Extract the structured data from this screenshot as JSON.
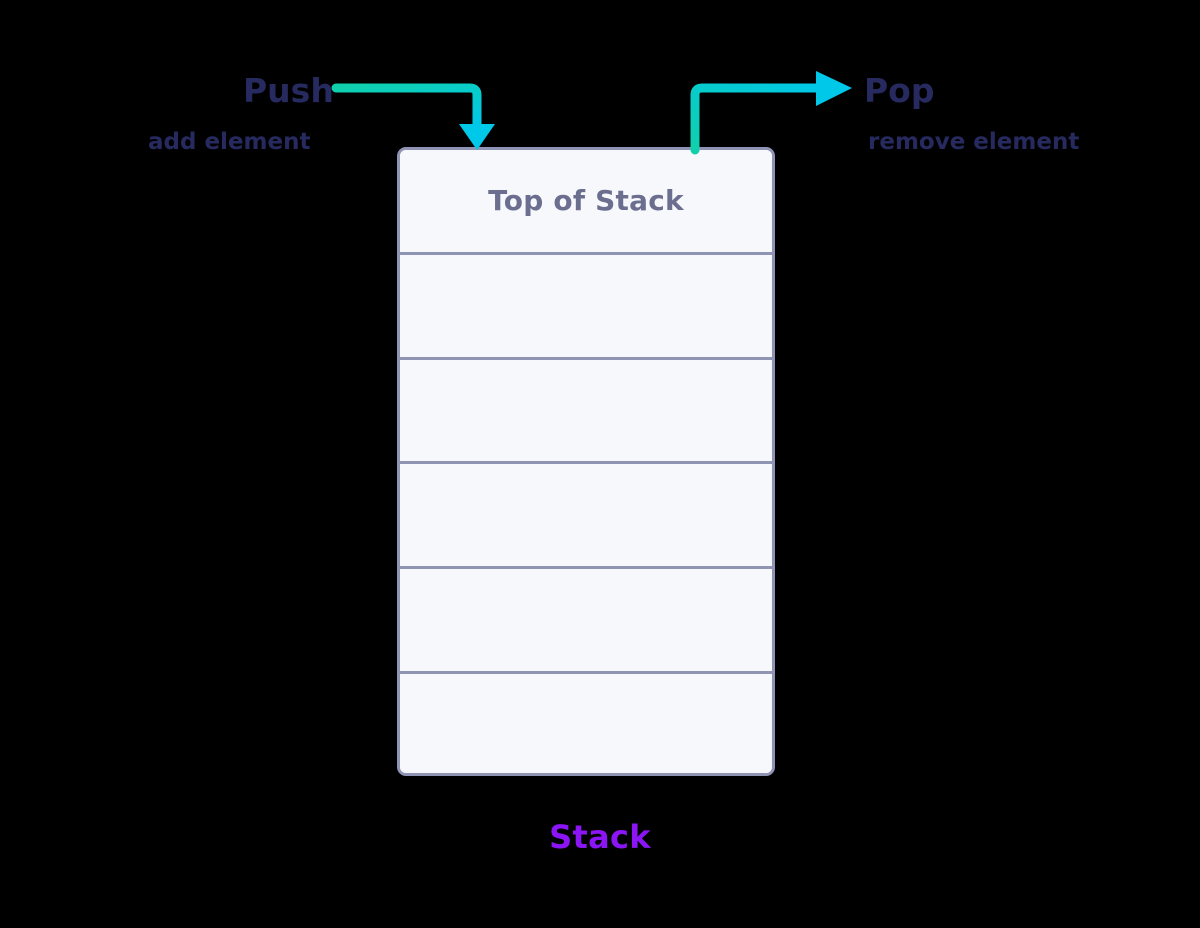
{
  "diagram": {
    "title_caption": "Stack",
    "background_color": "#000000",
    "accent_colors": {
      "arrow_start": "#10d0ac",
      "arrow_end": "#00c8e8",
      "label_text": "#272a5f",
      "cell_text": "#6b6e8f",
      "caption_text": "#8b15f5",
      "box_border": "#9094b4",
      "box_fill": "#f7f8fc"
    }
  },
  "push": {
    "title": "Push",
    "subtitle": "add element",
    "arrow_icon": "arrow-down-into-stack-icon",
    "direction": "down"
  },
  "pop": {
    "title": "Pop",
    "subtitle": "remove element",
    "arrow_icon": "arrow-up-out-of-stack-icon",
    "direction": "right"
  },
  "stack": {
    "caption": "Stack",
    "cells": [
      {
        "label": "Top of Stack"
      },
      {
        "label": ""
      },
      {
        "label": ""
      },
      {
        "label": ""
      },
      {
        "label": ""
      },
      {
        "label": ""
      }
    ]
  }
}
